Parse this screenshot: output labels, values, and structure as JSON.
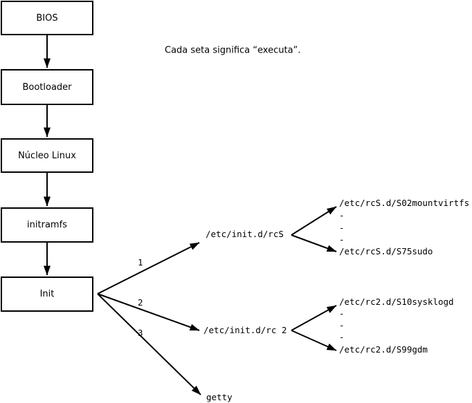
{
  "note": "Cada seta significa “executa”.",
  "flow_boxes": [
    {
      "label": "BIOS"
    },
    {
      "label": "Bootloader"
    },
    {
      "label": "Núcleo Linux"
    },
    {
      "label": "initramfs"
    },
    {
      "label": "Init"
    }
  ],
  "init_branches": [
    {
      "number": "1",
      "target": "/etc/init.d/rcS"
    },
    {
      "number": "2",
      "target": "/etc/init.d/rc 2"
    },
    {
      "number": "3",
      "target": "getty"
    }
  ],
  "rcS_dir": {
    "first": "/etc/rcS.d/S02mountvirtfs",
    "dots": [
      "-",
      "-",
      "-"
    ],
    "last": "/etc/rcS.d/S75sudo"
  },
  "rc2_dir": {
    "first": "/etc/rc2.d/S10sysklogd",
    "dots": [
      "-",
      "-",
      "-"
    ],
    "last": "/etc/rc2.d/S99gdm"
  },
  "colors": {
    "background": "#ffffff",
    "line": "#000000",
    "text": "#000000",
    "box_fill": "#ffffff"
  }
}
